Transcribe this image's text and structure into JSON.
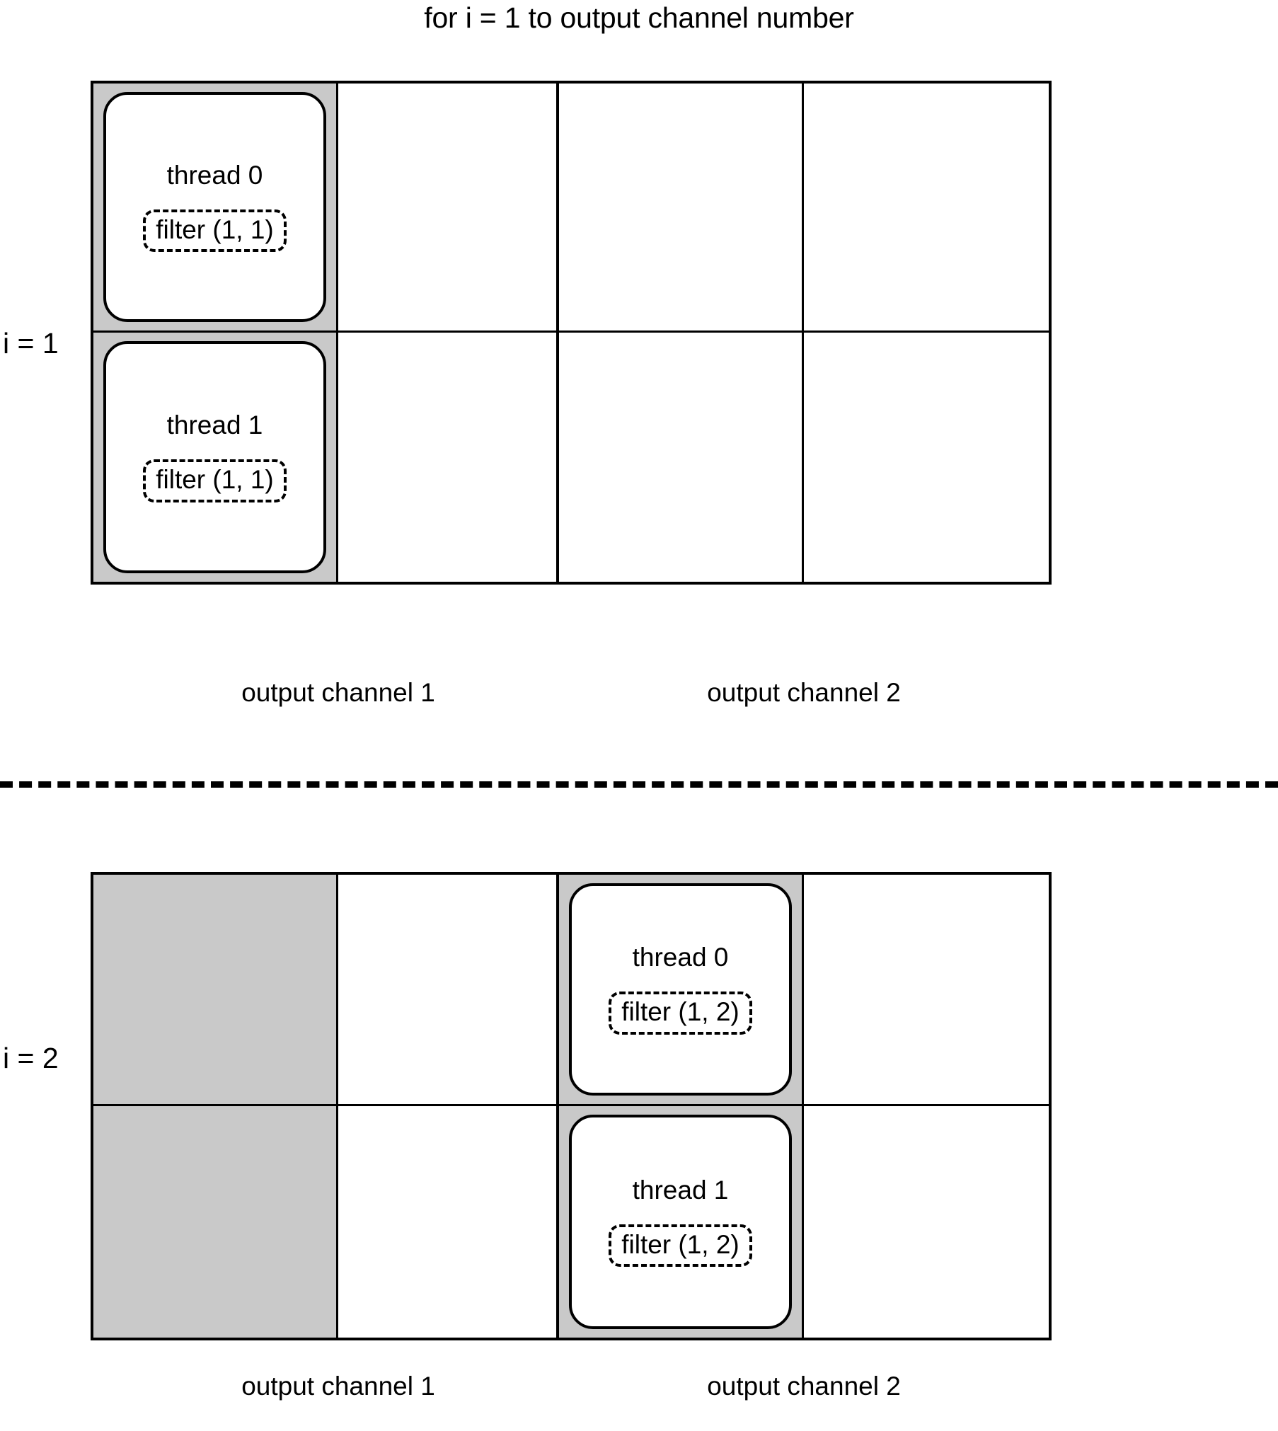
{
  "diagram": {
    "title": "for i = 1 to output channel number",
    "colors": {
      "shaded_cell": "#c9c9c9",
      "stroke": "#000000",
      "background": "#ffffff"
    },
    "iterations": [
      {
        "row_label": "i = 1",
        "panels": [
          {
            "caption": "output channel 1",
            "cells": [
              {
                "shaded": true,
                "thread": "thread 0",
                "filter": "filter (1, 1)"
              },
              {
                "shaded": false,
                "thread": null,
                "filter": null
              },
              {
                "shaded": true,
                "thread": "thread 1",
                "filter": "filter (1, 1)"
              },
              {
                "shaded": false,
                "thread": null,
                "filter": null
              }
            ]
          },
          {
            "caption": "output channel 2",
            "cells": [
              {
                "shaded": false,
                "thread": null,
                "filter": null
              },
              {
                "shaded": false,
                "thread": null,
                "filter": null
              },
              {
                "shaded": false,
                "thread": null,
                "filter": null
              },
              {
                "shaded": false,
                "thread": null,
                "filter": null
              }
            ]
          }
        ]
      },
      {
        "row_label": "i = 2",
        "panels": [
          {
            "caption": "output channel 1",
            "cells": [
              {
                "shaded": true,
                "thread": null,
                "filter": null
              },
              {
                "shaded": false,
                "thread": null,
                "filter": null
              },
              {
                "shaded": true,
                "thread": null,
                "filter": null
              },
              {
                "shaded": false,
                "thread": null,
                "filter": null
              }
            ]
          },
          {
            "caption": "output channel 2",
            "cells": [
              {
                "shaded": true,
                "thread": "thread 0",
                "filter": "filter (1, 2)"
              },
              {
                "shaded": false,
                "thread": null,
                "filter": null
              },
              {
                "shaded": true,
                "thread": "thread 1",
                "filter": "filter (1, 2)"
              },
              {
                "shaded": false,
                "thread": null,
                "filter": null
              }
            ]
          }
        ]
      }
    ]
  }
}
